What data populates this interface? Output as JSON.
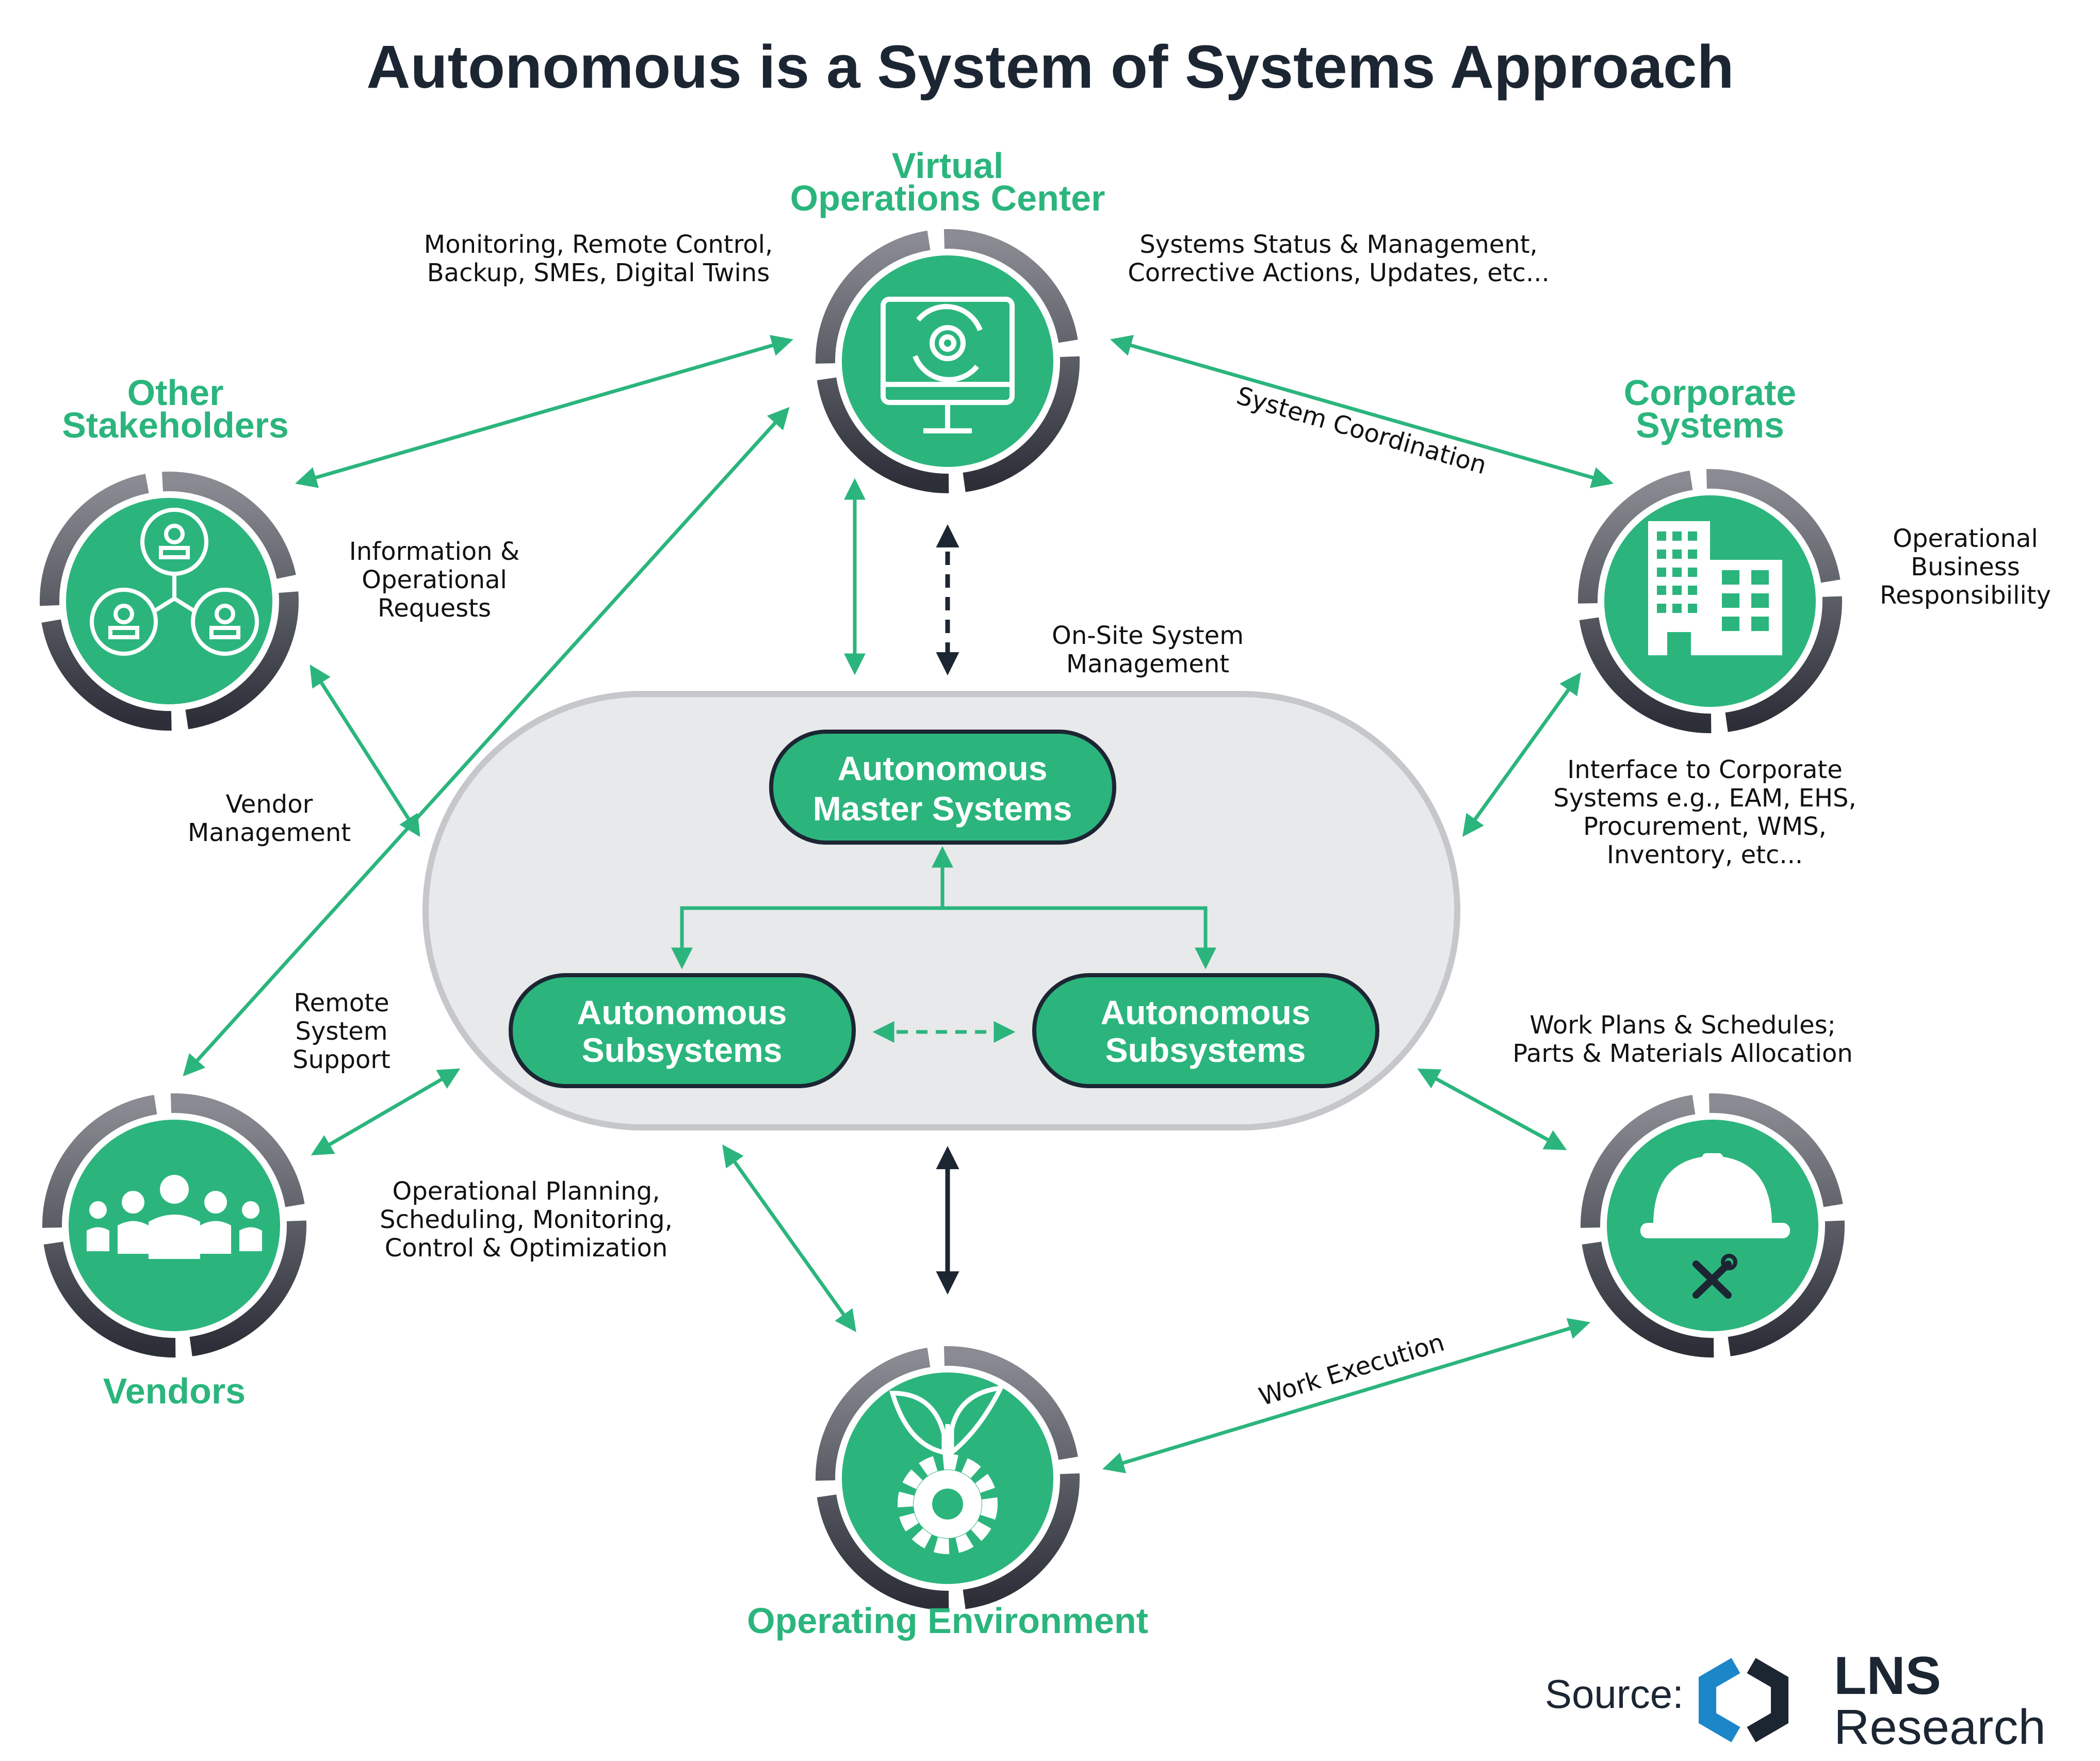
{
  "title": "Autonomous is a System of Systems Approach",
  "colors": {
    "green": "#2bb57d",
    "dark": "#1c2633",
    "ring_gray": "#75767e",
    "pill_fill": "#e8e9eb",
    "pill_border": "#c5c7ca",
    "logo_blue": "#1b87c9"
  },
  "nodes": {
    "voc": {
      "line1": "Virtual",
      "line2": "Operations Center",
      "icon": "monitor-gear-icon"
    },
    "stakeholders": {
      "line1": "Other",
      "line2": "Stakeholders",
      "icon": "people-network-icon"
    },
    "corporate": {
      "line1": "Corporate",
      "line2": "Systems",
      "icon": "building-icon"
    },
    "vendors": {
      "line1": "Vendors",
      "icon": "group-people-icon"
    },
    "operating": {
      "line1": "Operating Environment",
      "icon": "leaf-gear-icon"
    },
    "workforce": {
      "icon": "hardhat-tools-icon"
    }
  },
  "center": {
    "master": {
      "line1": "Autonomous",
      "line2": "Master Systems"
    },
    "sub_left": {
      "line1": "Autonomous",
      "line2": "Subsystems"
    },
    "sub_right": {
      "line1": "Autonomous",
      "line2": "Subsystems"
    }
  },
  "notes": {
    "monitoring": [
      "Monitoring, Remote Control,",
      "Backup, SMEs, Digital Twins"
    ],
    "systems_status": [
      "Systems Status & Management,",
      "Corrective Actions, Updates, etc..."
    ],
    "system_coordination": "System Coordination",
    "operational_business": [
      "Operational",
      "Business",
      "Responsibility"
    ],
    "info_requests": [
      "Information &",
      "Operational",
      "Requests"
    ],
    "onsite": [
      "On-Site System",
      "Management"
    ],
    "vendor_mgmt": [
      "Vendor",
      "Management"
    ],
    "interface": [
      "Interface to Corporate",
      "Systems e.g., EAM, EHS,",
      "Procurement, WMS,",
      "Inventory, etc..."
    ],
    "remote_support": [
      "Remote",
      "System",
      "Support"
    ],
    "work_plans": [
      "Work Plans & Schedules;",
      "Parts & Materials Allocation"
    ],
    "op_planning": [
      "Operational Planning,",
      "Scheduling, Monitoring,",
      "Control & Optimization"
    ],
    "work_execution": "Work Execution"
  },
  "source": {
    "label": "Source:",
    "brand_top": "LNS",
    "brand_bottom": "Research"
  }
}
